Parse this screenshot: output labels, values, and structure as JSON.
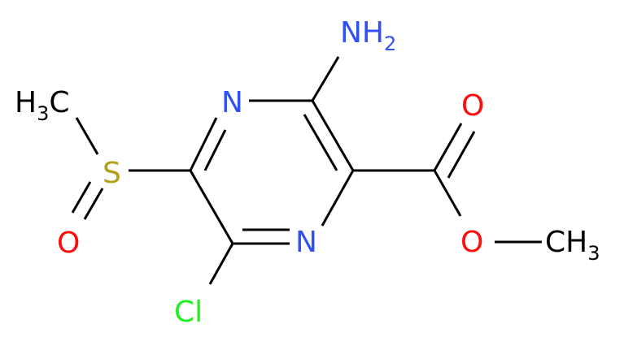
{
  "molecule": {
    "colors": {
      "nitrogen": "#3050f8",
      "oxygen": "#ff0d0d",
      "sulfur": "#b2a01b",
      "chlorine": "#1ff01f",
      "carbon": "#000000"
    },
    "labels": {
      "amino": {
        "main": "NH",
        "sub": "2"
      },
      "ring_n_top": "N",
      "ring_n_bottom": "N",
      "methyl_s": {
        "main": "H",
        "sub": "3",
        "tail": "C"
      },
      "sulfur": "S",
      "sulfinyl_o": "O",
      "chloro": "Cl",
      "carbonyl_o": "O",
      "ester_o": "O",
      "methyl_ester": {
        "main": "CH",
        "sub": "3"
      }
    }
  }
}
